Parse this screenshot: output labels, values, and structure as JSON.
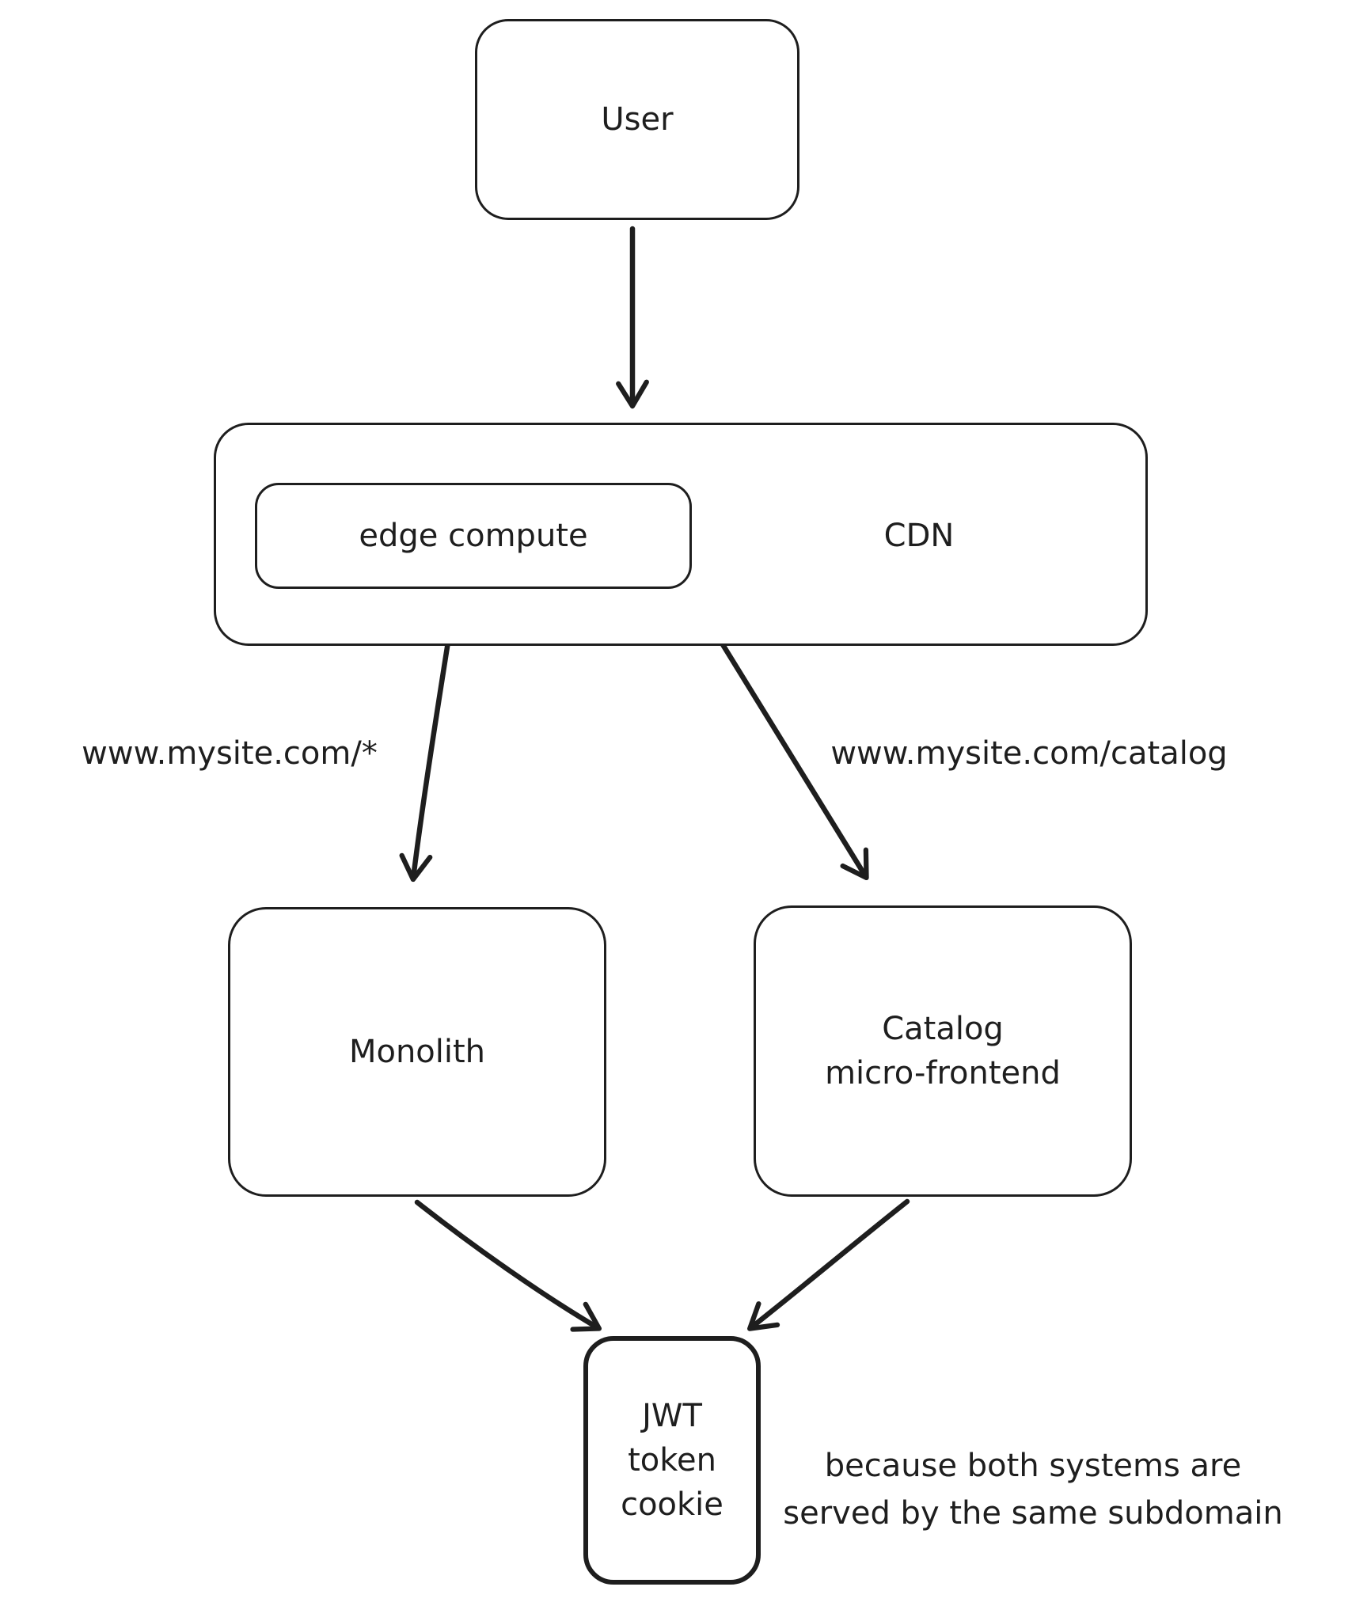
{
  "diagram": {
    "background": "#ffffff",
    "stroke_color": "#1e1e1e",
    "nodes": {
      "user": {
        "label": "User"
      },
      "cdn": {
        "label": "CDN"
      },
      "edge_compute": {
        "label": "edge compute"
      },
      "monolith": {
        "label": "Monolith"
      },
      "catalog": {
        "lines": [
          "Catalog",
          "micro-frontend"
        ]
      },
      "jwt": {
        "lines": [
          "JWT",
          "token",
          "cookie"
        ]
      }
    },
    "edge_labels": {
      "left_route": "www.mysite.com/*",
      "right_route": "www.mysite.com/catalog"
    },
    "annotation": {
      "lines": [
        "because both systems are",
        "served by the same subdomain"
      ]
    }
  }
}
